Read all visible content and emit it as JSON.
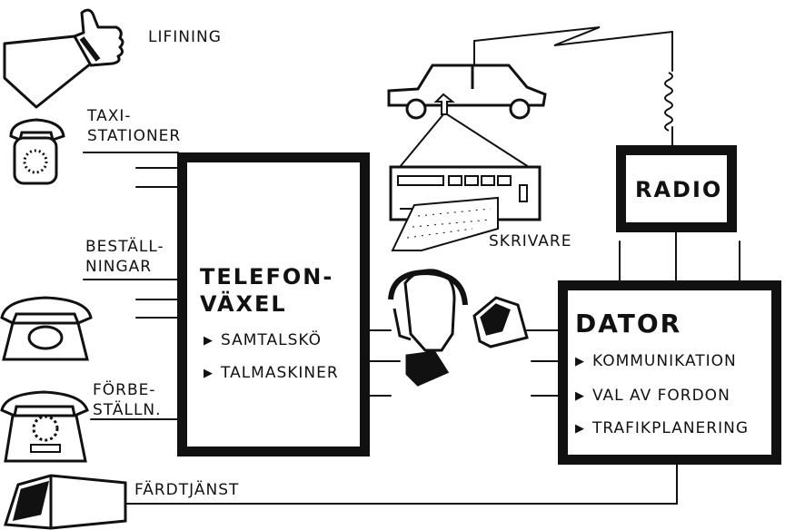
{
  "labels": {
    "lifining": "LIFINING",
    "taxi_line1": "TAXI-",
    "taxi_line2": "STATIONER",
    "best_line1": "BESTÄLL-",
    "best_line2": "NINGAR",
    "forb_line1": "FÖRBE-",
    "forb_line2": "STÄLLN.",
    "fardtjanst": "FÄRDTJÄNST",
    "skrivare": "SKRIVARE"
  },
  "telefonvaxel": {
    "title_line1": "TELEFON-",
    "title_line2": "VÄXEL",
    "items": [
      "SAMTALSKÖ",
      "TALMASKINER"
    ]
  },
  "radio": {
    "title": "RADIO"
  },
  "dator": {
    "title": "DATOR",
    "items": [
      "KOMMUNIKATION",
      "VAL AV FORDON",
      "TRAFIKPLANERING"
    ]
  },
  "icons": [
    "thumbs-up-hand-icon",
    "telephone-icon",
    "rotary-phone-icon",
    "computer-terminal-icon",
    "car-icon",
    "printer-icon",
    "antenna-icon",
    "operator-headset-icon",
    "terminal-screen-icon"
  ]
}
